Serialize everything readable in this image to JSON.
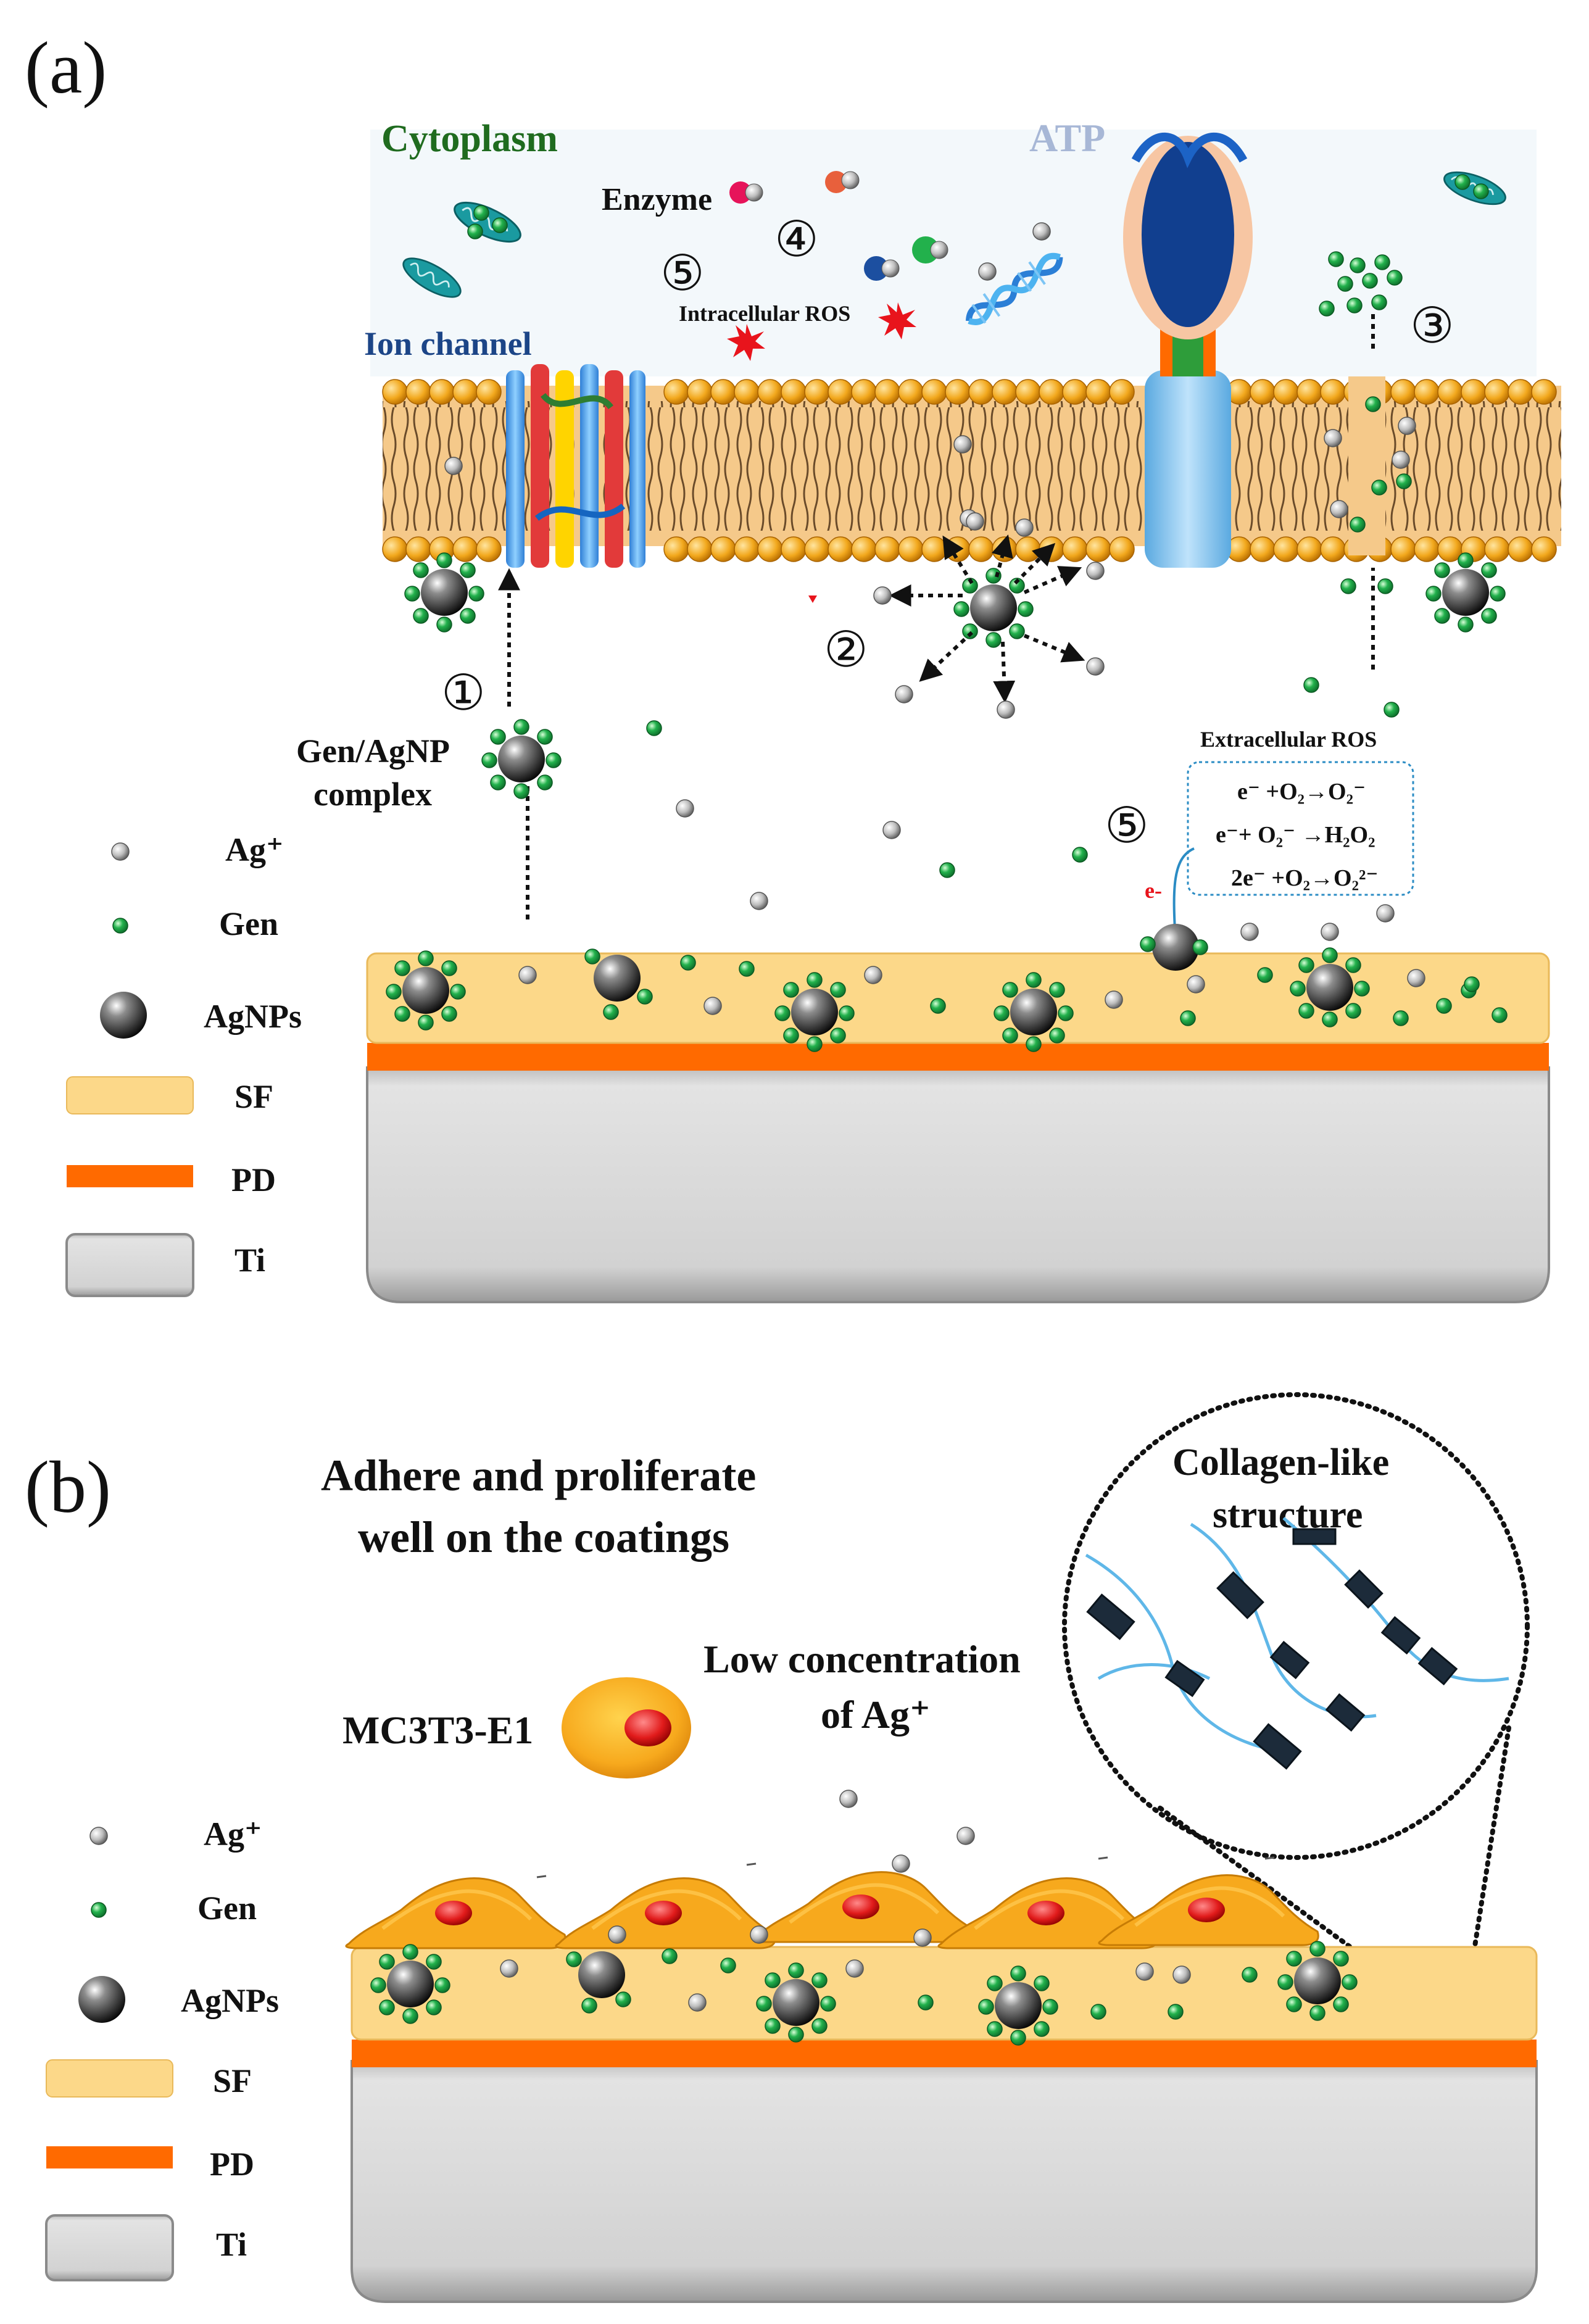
{
  "panel_a": {
    "label": "(a)",
    "cytoplasm": "Cytoplasm",
    "atp": "ATP",
    "enzyme": "Enzyme",
    "ion_channel": "Ion channel",
    "intracellular_ros": "Intracellular ROS",
    "extracellular_ros": "Extracellular ROS",
    "complex_line1": "Gen/AgNP",
    "complex_line2": "complex",
    "electron_label": "e-",
    "steps": [
      "①",
      "②",
      "③",
      "④",
      "⑤",
      "⑤"
    ],
    "reactions": [
      {
        "left": "e⁻ +O₂→O₂⁻"
      },
      {
        "left": "e⁻+ O₂⁻ →H₂O₂"
      },
      {
        "left": "2e⁻ +O₂→O₂²⁻"
      }
    ],
    "legend": {
      "ag_ion": "Ag⁺",
      "gen": "Gen",
      "agnps": "AgNPs",
      "sf": "SF",
      "pd": "PD",
      "ti": "Ti"
    }
  },
  "panel_b": {
    "label": "(b)",
    "title_line1": "Adhere and proliferate",
    "title_line2": "well on the coatings",
    "cell_label": "MC3T3-E1",
    "low_conc_line1": "Low concentration",
    "low_conc_line2": "of Ag⁺",
    "collagen_line1": "Collagen-like",
    "collagen_line2": "structure",
    "legend": {
      "ag_ion": "Ag⁺",
      "gen": "Gen",
      "agnps": "AgNPs",
      "sf": "SF",
      "pd": "PD",
      "ti": "Ti"
    }
  },
  "colors": {
    "sf": "#fcd889",
    "pd": "#ff6a00",
    "ti": "#d4d4d4",
    "gen": "#22b14c",
    "membrane": "#f5c98a",
    "head": "#f2a81d",
    "cell": "#f7a91d",
    "nucleus": "#e11b1b",
    "ros": "#e8141c",
    "cytoplasm_text": "#1f6b1f",
    "atp_text": "#a7b7d6",
    "ion_channel_text": "#1c4587",
    "collagen_fiber": "#5fb7e8",
    "collagen_block": "#1c2b3a"
  }
}
